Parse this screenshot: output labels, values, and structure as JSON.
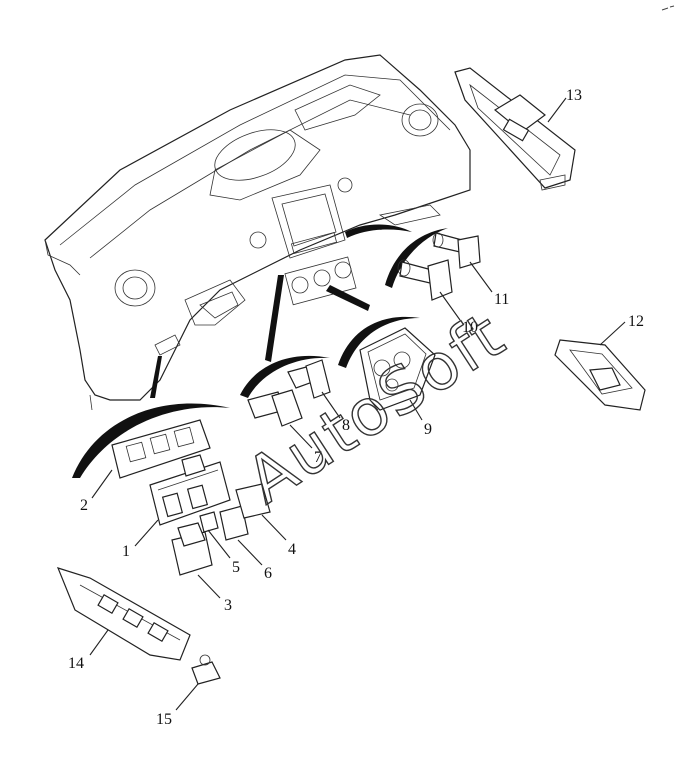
{
  "watermark": "AutoSoft",
  "callouts": [
    "1",
    "2",
    "3",
    "4",
    "5",
    "6",
    "7",
    "8",
    "9",
    "10",
    "11",
    "12",
    "13",
    "14",
    "15"
  ]
}
